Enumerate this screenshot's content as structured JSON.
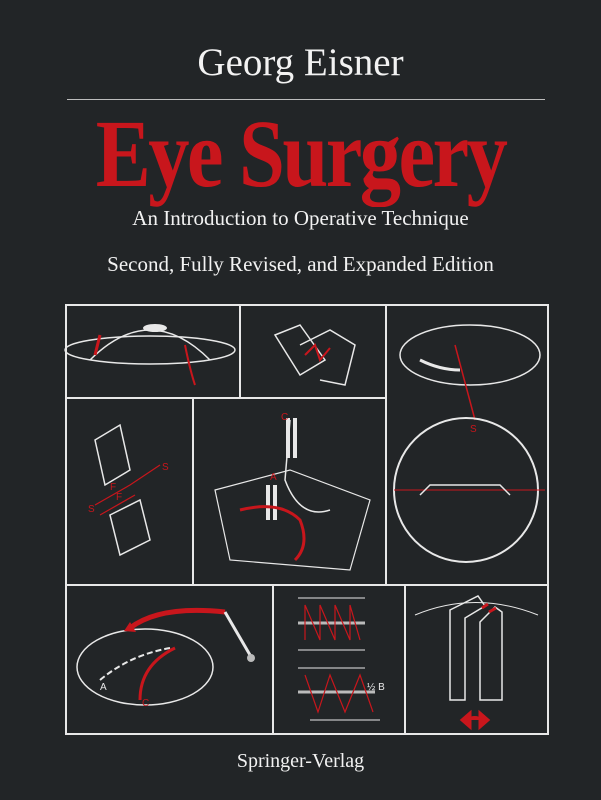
{
  "cover": {
    "author": "Georg Eisner",
    "title": "Eye Surgery",
    "subtitle": "An Introduction to Operative Technique",
    "edition": "Second, Fully Revised, and Expanded Edition",
    "publisher": "Springer-Verlag"
  },
  "illustration_labels": {
    "s1": "S",
    "s2": "S",
    "s3": "S",
    "f1": "F",
    "f2": "F",
    "c1": "C",
    "a1": "A",
    "a2": "A",
    "c2": "C",
    "half_b": "½ B"
  },
  "colors": {
    "background": "#222527",
    "title_red": "#c8161c",
    "line_white": "#e8e8e8"
  }
}
